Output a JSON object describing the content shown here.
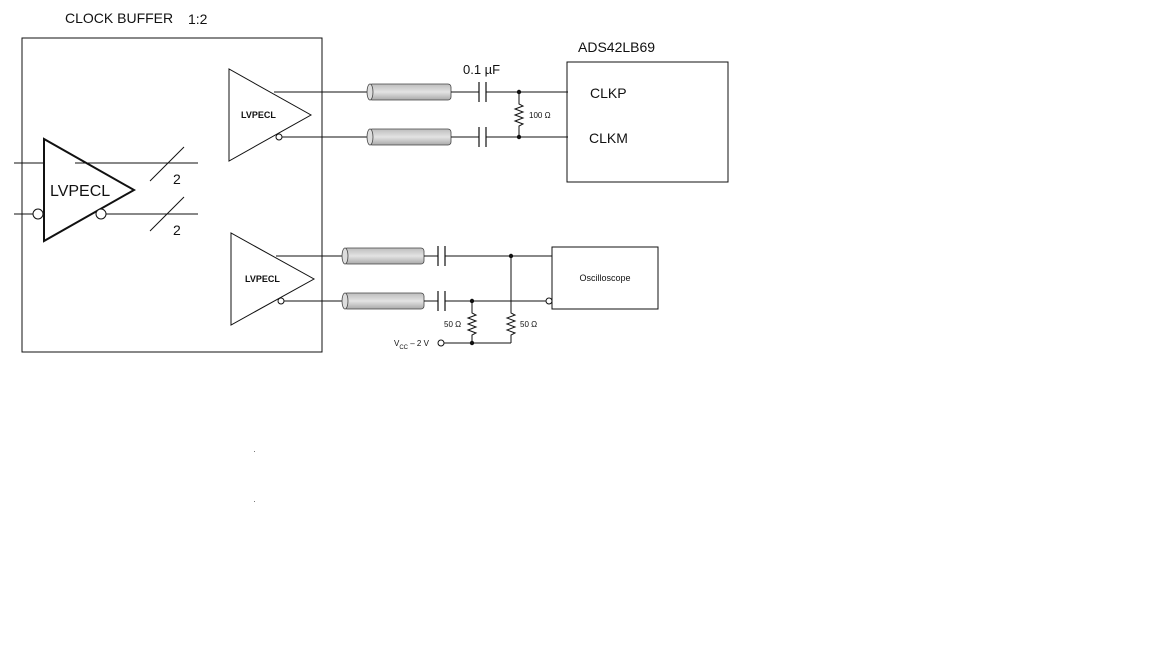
{
  "title": {
    "text": "CLOCK BUFFER",
    "ratio": "1:2"
  },
  "buffer": {
    "main_label": "LVPECL",
    "bus_width_top": "2",
    "bus_width_bottom": "2",
    "upper_label": "LVPECL",
    "lower_label": "LVPECL"
  },
  "upper_path": {
    "capacitor_label": "0.1 µF",
    "resistor_label": "100 Ω",
    "target": {
      "name": "ADS42LB69",
      "pin_p": "CLKP",
      "pin_m": "CLKM"
    }
  },
  "lower_path": {
    "resistor_left_label": "50 Ω",
    "resistor_right_label": "50 Ω",
    "supply_main": "V",
    "supply_sub": "CC",
    "supply_rest": " – 2 V",
    "scope_label": "Oscilloscope"
  }
}
